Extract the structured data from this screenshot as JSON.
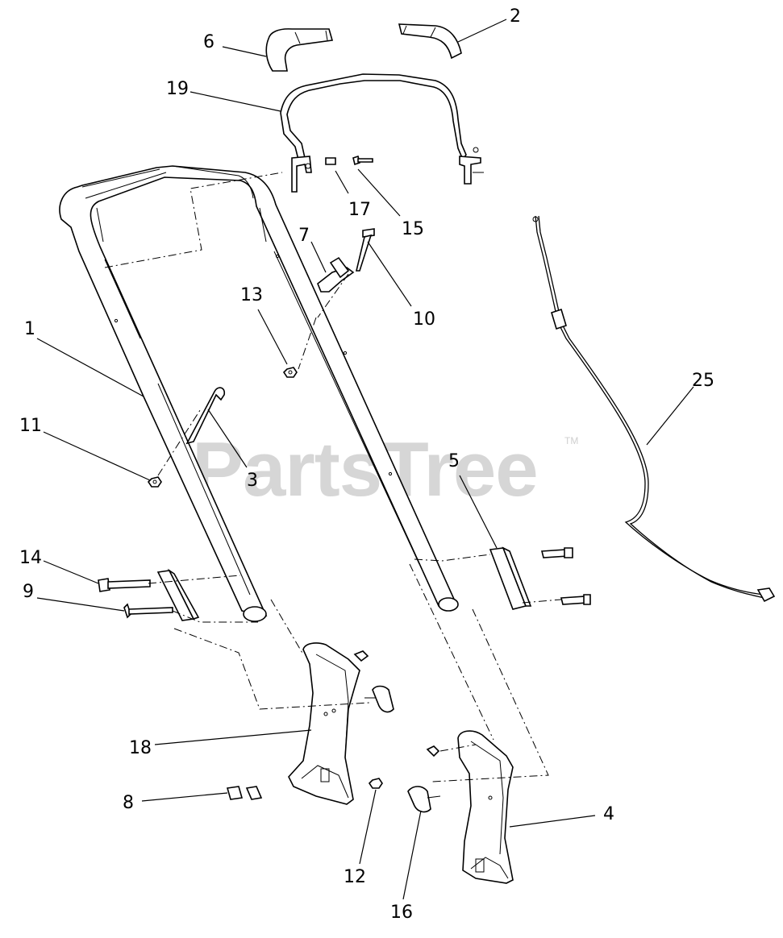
{
  "watermark": {
    "text": "PartsTree",
    "tm": "TM"
  },
  "callouts": {
    "c1": "1",
    "c2": "2",
    "c3": "3",
    "c4": "4",
    "c5": "5",
    "c6": "6",
    "c7": "7",
    "c8": "8",
    "c9": "9",
    "c10": "10",
    "c11": "11",
    "c12": "12",
    "c13": "13",
    "c14": "14",
    "c15": "15",
    "c16": "16",
    "c17": "17",
    "c18": "18",
    "c19": "19",
    "c25": "25"
  }
}
